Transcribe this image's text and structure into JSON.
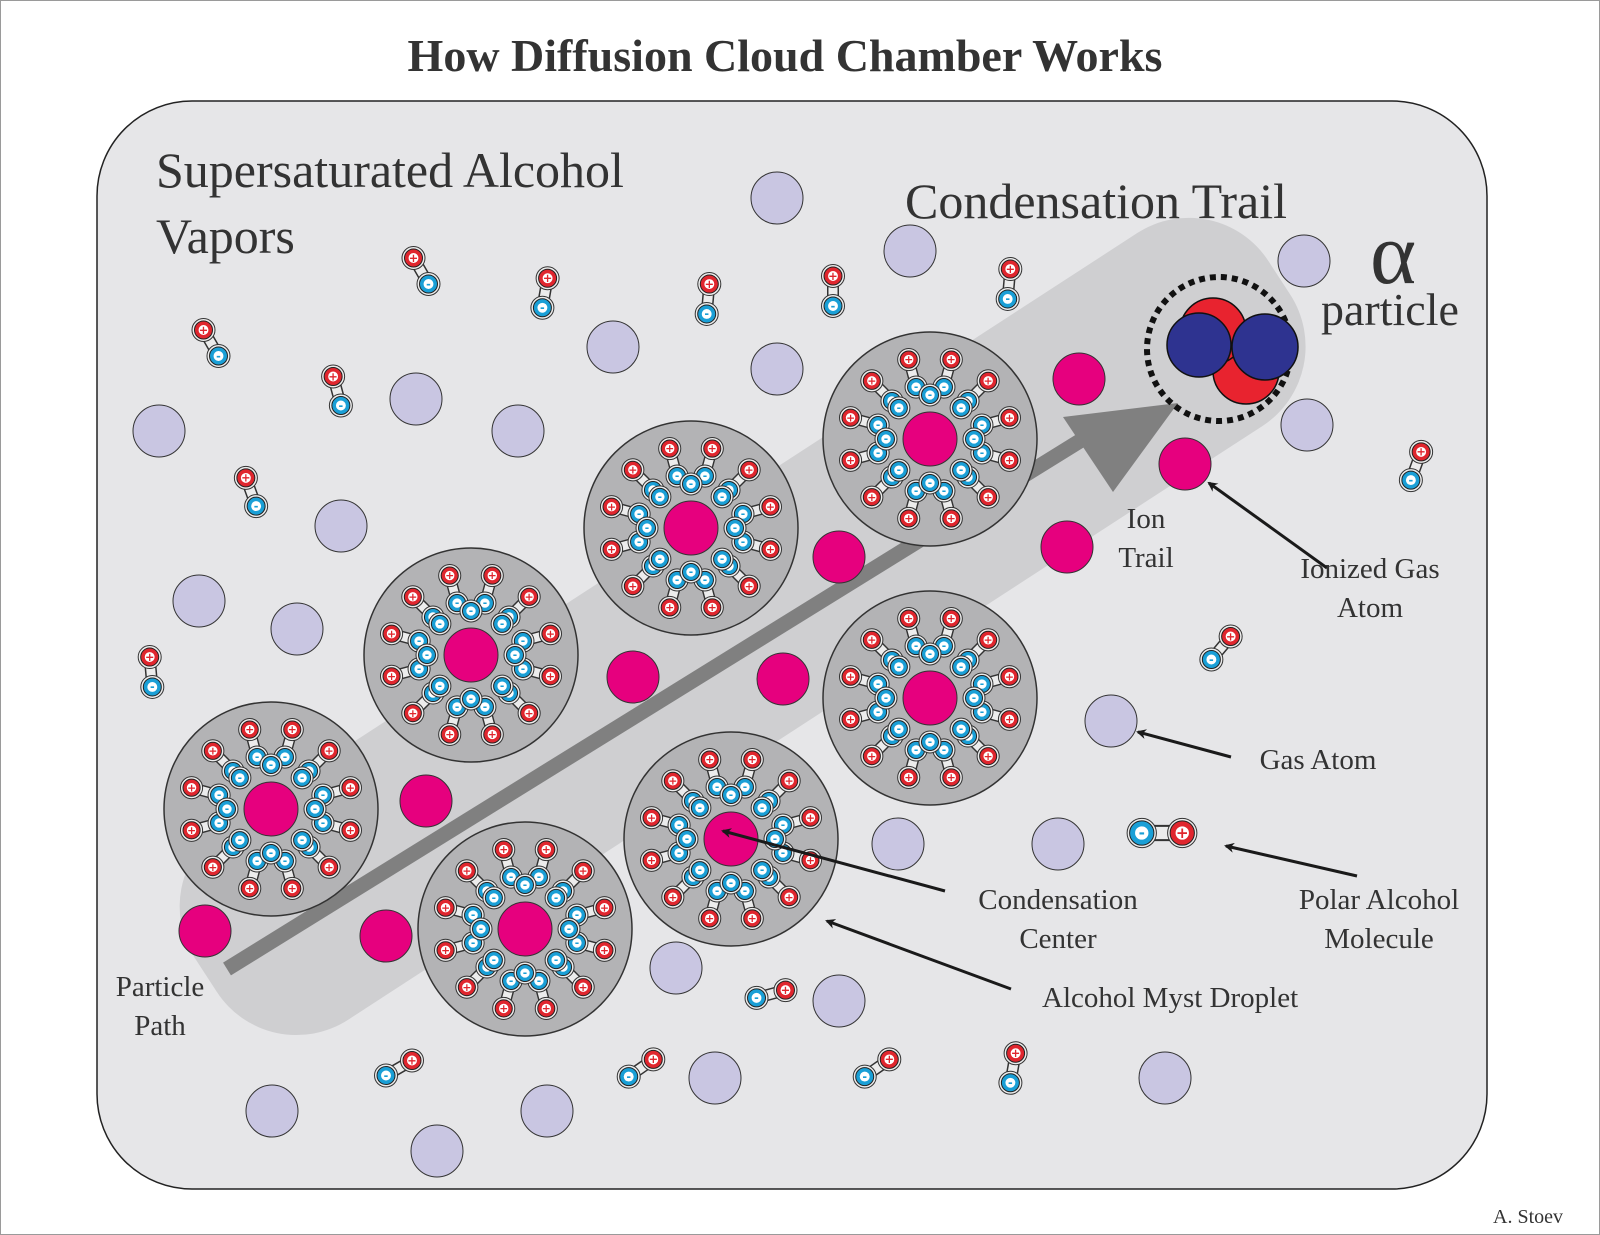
{
  "title": "How Diffusion Cloud Chamber Works",
  "labels": {
    "vapors": [
      "Supersaturated Alcohol",
      "Vapors"
    ],
    "condensation_trail": "Condensation Trail",
    "alpha_symbol": "α",
    "alpha_word": "particle",
    "ion_trail": [
      "Ion",
      "Trail"
    ],
    "ionized_gas_atom": [
      "Ionized Gas",
      "Atom"
    ],
    "gas_atom": "Gas Atom",
    "polar_alcohol_molecule": [
      "Polar Alcohol",
      "Molecule"
    ],
    "condensation_center": [
      "Condensation",
      "Center"
    ],
    "alcohol_myst_droplet": "Alcohol Myst Droplet",
    "particle_path": [
      "Particle",
      "Path"
    ]
  },
  "credit": "A. Stoev",
  "charge_signs": {
    "positive": "+",
    "negative": "-"
  },
  "colors": {
    "chamber_fill": "#e6e6e8",
    "trail_band": "#cfcfd1",
    "droplet_fill": "#b3b3b5",
    "gas_atom": "#c9c6e2",
    "ion": "#e6007e",
    "positive_charge": "#e0262e",
    "negative_charge": "#1a9fd6",
    "proton": "#e8232f",
    "neutron": "#2e3390",
    "path_arrow": "#808080",
    "text": "#333333"
  }
}
